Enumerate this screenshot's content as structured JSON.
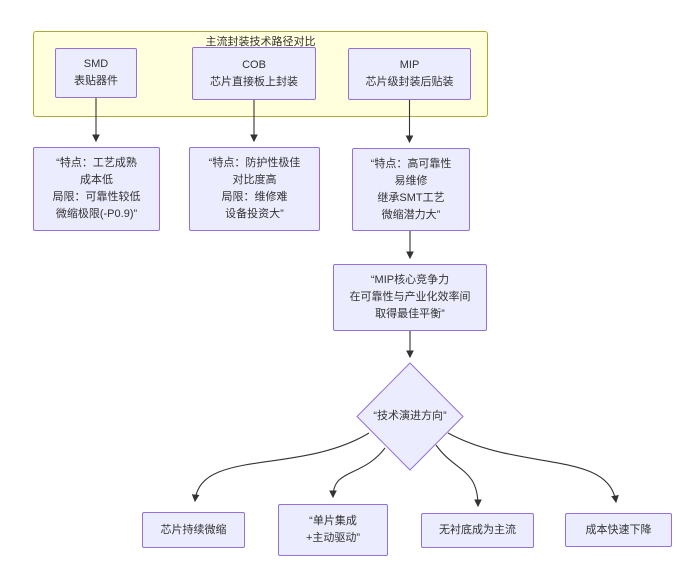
{
  "diagram": {
    "group": {
      "title": "主流封装技术路径对比"
    },
    "tech_nodes": [
      {
        "name": "SMD",
        "desc": "表贴器件"
      },
      {
        "name": "COB",
        "desc": "芯片直接板上封装"
      },
      {
        "name": "MIP",
        "desc": "芯片级封装后贴装"
      }
    ],
    "feature_nodes": [
      {
        "lines": [
          "“特点：工艺成熟",
          "成本低",
          "局限：可靠性较低",
          "微缩极限(-P0.9)”"
        ]
      },
      {
        "lines": [
          "“特点：防护性极佳",
          "对比度高",
          "局限：维修难",
          "设备投资大”"
        ]
      },
      {
        "lines": [
          "“特点：高可靠性",
          "易维修",
          "继承SMT工艺",
          "微缩潜力大”"
        ]
      }
    ],
    "core_node": {
      "lines": [
        "“MIP核心竞争力",
        "在可靠性与产业化效率间",
        "取得最佳平衡”"
      ]
    },
    "decision_node": {
      "label": "“技术演进方向”"
    },
    "outcome_nodes": [
      {
        "lines": [
          "芯片持续微缩"
        ]
      },
      {
        "lines": [
          "“单片集成",
          "+主动驱动”"
        ]
      },
      {
        "lines": [
          "无衬底成为主流"
        ]
      },
      {
        "lines": [
          "成本快速下降"
        ]
      }
    ],
    "colors": {
      "node_fill": "#ECECFF",
      "node_border": "#9370DB",
      "group_fill": "#FFFFDE",
      "group_border": "#AAAA33",
      "edge": "#333333",
      "text": "#333333"
    }
  }
}
